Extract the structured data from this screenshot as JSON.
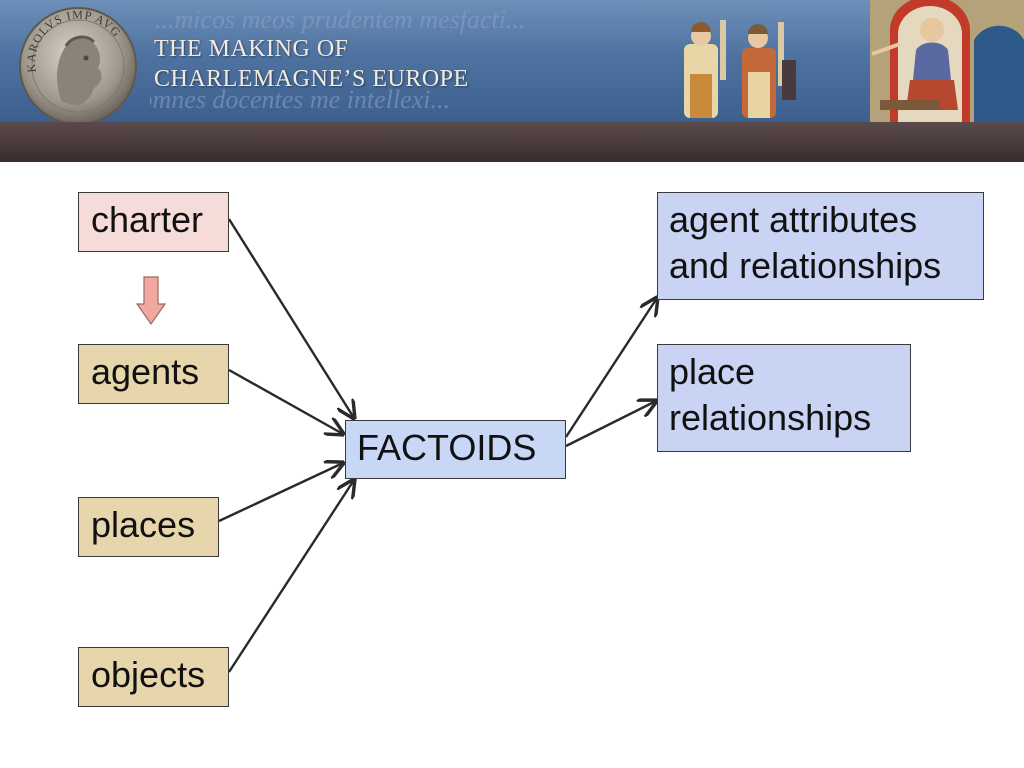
{
  "banner": {
    "title_line1": "THE MAKING OF",
    "title_line2": "CHARLEMAGNE’S EUROPE",
    "coin_legend": "KAROLVS IMP AVG",
    "script_text": [
      "...micos meos prudentem mesfacti...",
      "...omnes docentes me intellexi..."
    ]
  },
  "diagram": {
    "sources": {
      "charter": "charter",
      "agents": "agents",
      "places": "places",
      "objects": "objects"
    },
    "hub": "FACTOIDS",
    "outputs": {
      "agent_relations_line1": "agent attributes",
      "agent_relations_line2": "and relationships",
      "place_relations_line1": "place",
      "place_relations_line2": "relationships"
    }
  },
  "colors": {
    "charter_fill": "#f6dcd8",
    "source_fill": "#e7d6ab",
    "hub_fill": "#c9d7f6",
    "output_fill": "#c9d3f4",
    "down_arrow_fill": "#f0a8a0",
    "banner_blue": "#4f73a1",
    "banner_band": "#3a2c2e"
  }
}
